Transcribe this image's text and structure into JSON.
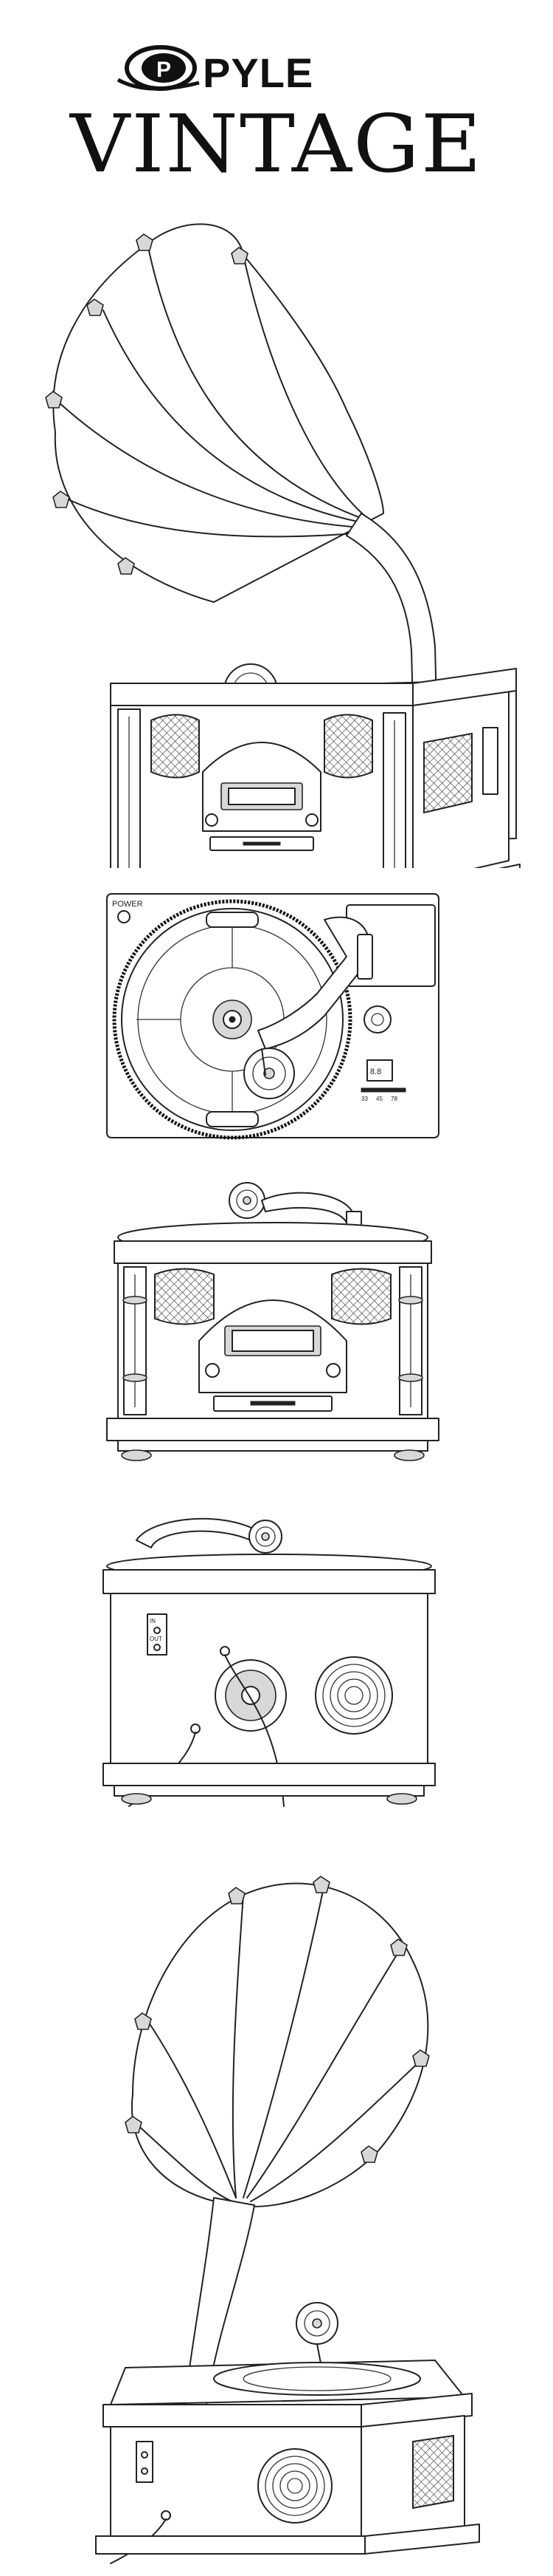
{
  "brand": {
    "name": "PYLE",
    "logo_letter": "P",
    "subtitle": "VINTAGE"
  },
  "top_view": {
    "power_label": "POWER",
    "speed_labels": [
      "33",
      "45",
      "78"
    ],
    "speed_display": "8.8"
  },
  "back_view": {
    "jack_labels": [
      "IN",
      "OUT"
    ]
  },
  "colors": {
    "line": "#222222",
    "background": "#ffffff",
    "metal": "#d8d8d8"
  },
  "illustrations": [
    "gramophone-perspective-view",
    "turntable-top-view",
    "cabinet-front-view",
    "cabinet-back-view",
    "gramophone-rear-perspective-view"
  ]
}
